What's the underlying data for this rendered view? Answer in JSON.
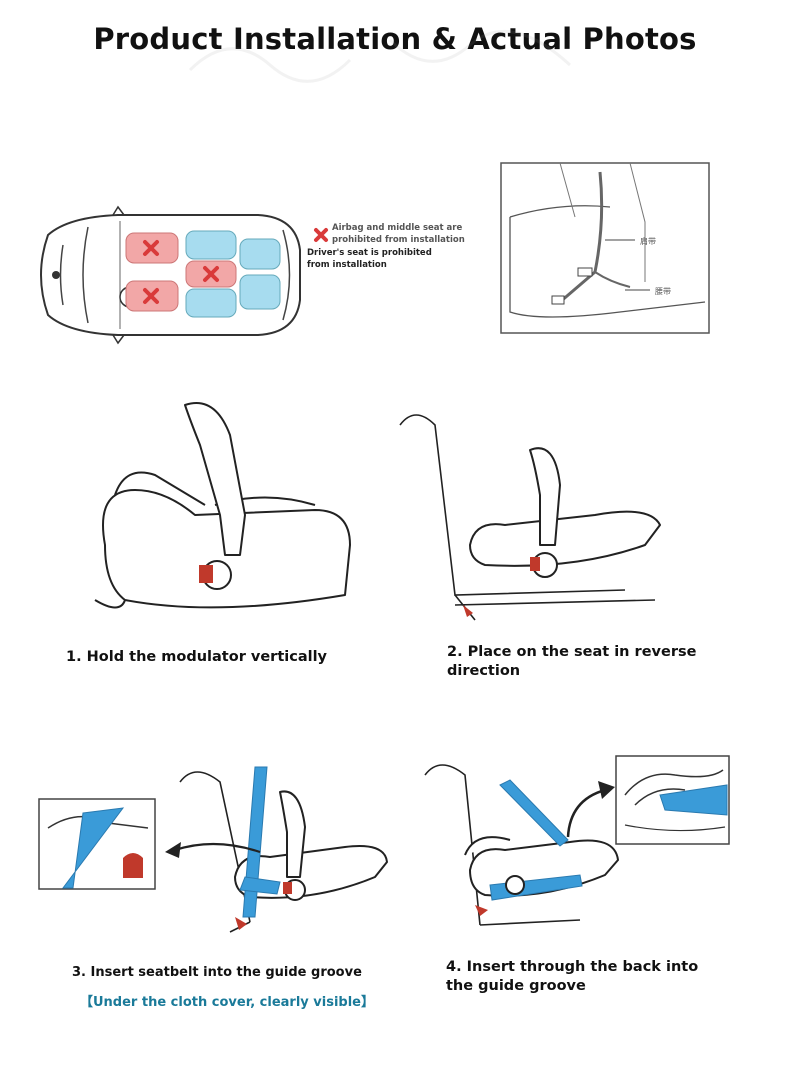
{
  "header": {
    "title": "Product Installation & Actual Photos"
  },
  "car_diagram": {
    "airbag_note_line1": "Airbag and middle seat are",
    "airbag_note_line2": "prohibited from installation",
    "driver_note_line1": "Driver's seat is prohibited",
    "driver_note_line2": "from installation",
    "colors": {
      "prohibited": "#f2a7a7",
      "allowed": "#a7dcef",
      "cross": "#d93a3a"
    }
  },
  "belt_diagram": {
    "label_top": "肩带",
    "label_bottom": "腰带"
  },
  "steps": [
    {
      "caption": "1. Hold the modulator vertically"
    },
    {
      "caption_line1": "2. Place on the seat in reverse",
      "caption_line2": "direction"
    },
    {
      "caption": "3. Insert seatbelt into the guide groove",
      "note": "【Under the cloth cover, clearly visible】"
    },
    {
      "caption_line1": "4. Insert through the back into",
      "caption_line2": "the guide groove"
    }
  ],
  "colors": {
    "belt": "#3a9bd8",
    "guide": "#c0392b",
    "note_text": "#1a7a99"
  }
}
